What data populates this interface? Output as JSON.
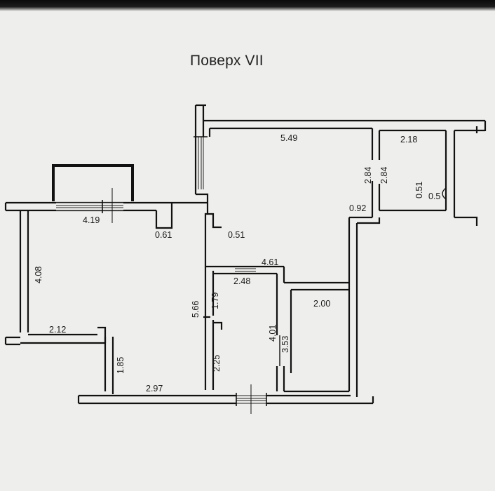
{
  "title": "Поверх VII",
  "dimensions": {
    "d_5_49": "5.49",
    "d_2_18": "2.18",
    "d_2_84_a": "2.84",
    "d_2_84_b": "2.84",
    "d_0_51_a": "0.51",
    "d_0_5x": "0.5",
    "d_0_92": "0.92",
    "d_4_19": "4.19",
    "d_0_61": "0.61",
    "d_0_51_b": "0.51",
    "d_4_08": "4.08",
    "d_4_61": "4.61",
    "d_2_48": "2.48",
    "d_5_66": "5.66",
    "d_1_79": "1.79",
    "d_2_00": "2.00",
    "d_2_12": "2.12",
    "d_4_01": "4.01",
    "d_3_53": "3.53",
    "d_1_85": "1.85",
    "d_2_25": "2.25",
    "d_2_97": "2.97"
  },
  "colors": {
    "paper": "#eeefec",
    "ink": "#111111"
  }
}
